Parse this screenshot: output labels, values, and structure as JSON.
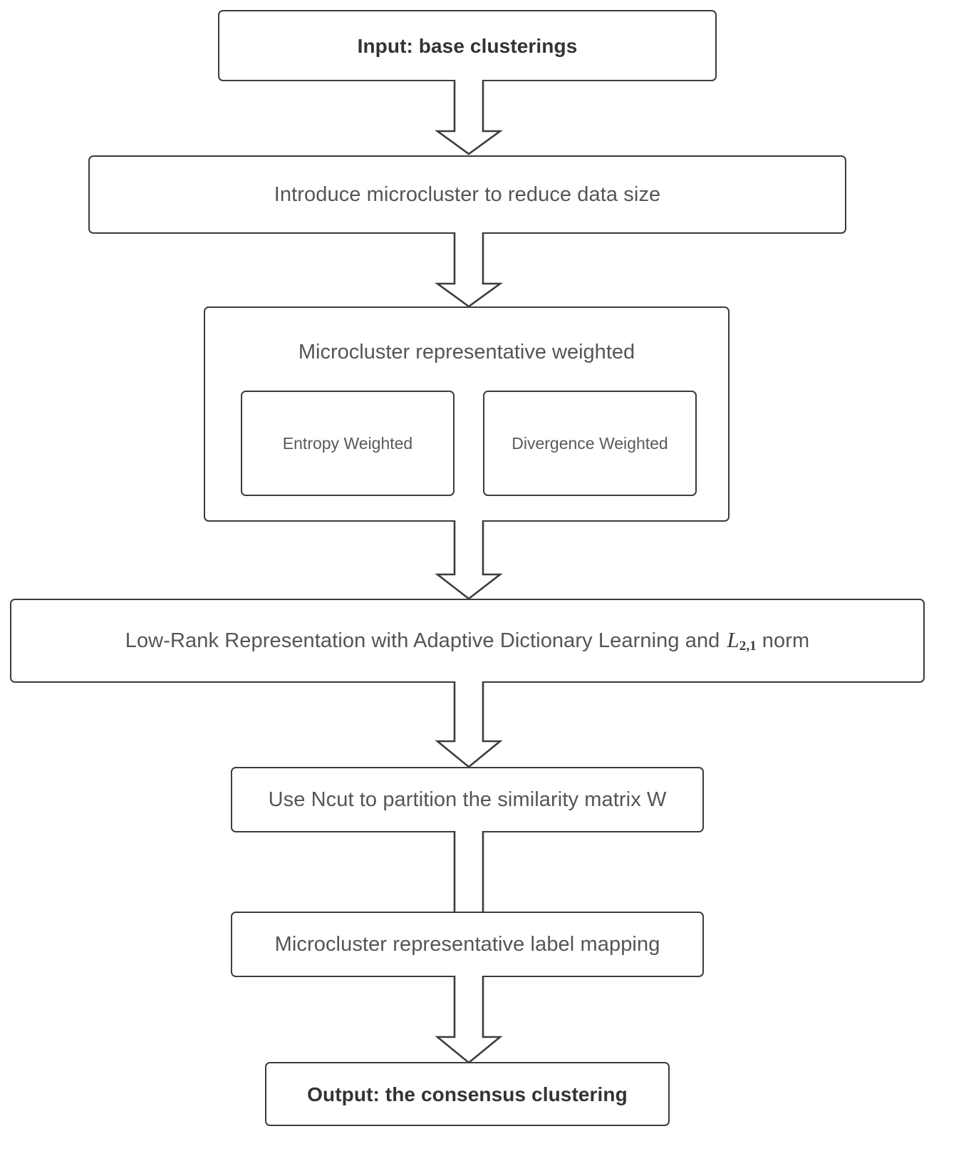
{
  "diagram": {
    "type": "flowchart",
    "orientation": "top-to-bottom",
    "title": "Consensus clustering algorithm flowchart",
    "stroke_color": "#3c3c3c",
    "text_color": "#555555",
    "background": "#ffffff"
  },
  "nodes": {
    "input": {
      "label": "Input:  base clusterings",
      "style": "bold"
    },
    "microcluster_reduce": {
      "label": "Introduce microcluster to reduce data size"
    },
    "weighted_group": {
      "title": "Microcluster representative weighted",
      "children": [
        {
          "label": "Entropy Weighted"
        },
        {
          "label": "Divergence Weighted"
        }
      ]
    },
    "low_rank": {
      "prefix": "Low-Rank Representation with Adaptive Dictionary Learning and",
      "math_base": "L",
      "math_sub": "2,1",
      "suffix": "norm"
    },
    "ncut": {
      "label": "Use Ncut to partition the similarity matrix W"
    },
    "label_mapping": {
      "label": "Microcluster representative label mapping"
    },
    "output": {
      "label": "Output: the consensus clustering",
      "style": "bold"
    }
  },
  "connectors": [
    {
      "name": "input-to-microcluster",
      "from": "input",
      "to": "microcluster_reduce",
      "shape": "hollow-block-arrow-down"
    },
    {
      "name": "microcluster-to-weighted",
      "from": "microcluster_reduce",
      "to": "weighted_group",
      "shape": "hollow-block-arrow-down"
    },
    {
      "name": "weighted-to-lowrank",
      "from": "weighted_group",
      "to": "low_rank",
      "shape": "hollow-block-arrow-down"
    },
    {
      "name": "lowrank-to-ncut",
      "from": "low_rank",
      "to": "ncut",
      "shape": "hollow-block-arrow-down"
    },
    {
      "name": "ncut-to-mapping",
      "from": "ncut",
      "to": "label_mapping",
      "shape": "hollow-block-arrow-down"
    },
    {
      "name": "mapping-to-output",
      "from": "label_mapping",
      "to": "output",
      "shape": "hollow-block-arrow-down"
    }
  ]
}
